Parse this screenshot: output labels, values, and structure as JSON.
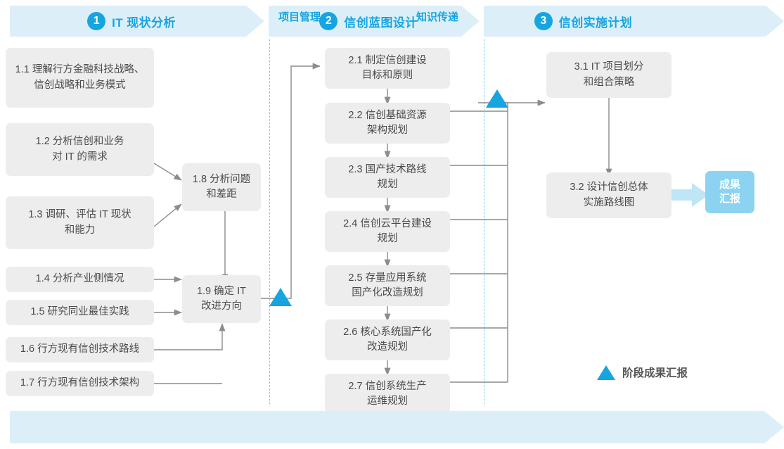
{
  "header": {
    "steps": [
      {
        "num": "1",
        "title": "IT 现状分析"
      },
      {
        "num": "2",
        "title": "信创蓝图设计"
      },
      {
        "num": "3",
        "title": "信创实施计划"
      }
    ]
  },
  "phase1": {
    "boxes": [
      {
        "id": "1.1",
        "label": "1.1 理解行方金融科技战略、\n信创战略和业务模式"
      },
      {
        "id": "1.2",
        "label": "1.2 分析信创和业务\n对 IT 的需求"
      },
      {
        "id": "1.3",
        "label": "1.3 调研、评估 IT 现状\n和能力"
      },
      {
        "id": "1.4",
        "label": "1.4 分析产业侧情况"
      },
      {
        "id": "1.5",
        "label": "1.5 研究同业最佳实践"
      },
      {
        "id": "1.6",
        "label": "1.6 行方现有信创技术路线"
      },
      {
        "id": "1.7",
        "label": "1.7 行方现有信创技术架构"
      },
      {
        "id": "1.8",
        "label": "1.8 分析问题\n和差距"
      },
      {
        "id": "1.9",
        "label": "1.9 确定 IT\n改进方向"
      }
    ]
  },
  "phase2": {
    "boxes": [
      {
        "id": "2.1",
        "label": "2.1 制定信创建设\n目标和原则"
      },
      {
        "id": "2.2",
        "label": "2.2 信创基础资源\n架构规划"
      },
      {
        "id": "2.3",
        "label": "2.3 国产技术路线\n规划"
      },
      {
        "id": "2.4",
        "label": "2.4 信创云平台建设\n规划"
      },
      {
        "id": "2.5",
        "label": "2.5 存量应用系统\n国产化改造规划"
      },
      {
        "id": "2.6",
        "label": "2.6 核心系统国产化\n改造规划"
      },
      {
        "id": "2.7",
        "label": "2.7 信创系统生产\n运维规划"
      }
    ]
  },
  "phase3": {
    "boxes": [
      {
        "id": "3.1",
        "label": "3.1 IT 项目划分\n和组合策略"
      },
      {
        "id": "3.2",
        "label": "3.2 设计信创总体\n实施路线图"
      }
    ],
    "outcome": "成果\n汇报"
  },
  "legend": {
    "label": "阶段成果汇报"
  },
  "footer": {
    "labels": [
      "项目管理",
      "知识传递"
    ]
  },
  "colors": {
    "brand_blue": "#17A5E0",
    "band_blue": "#DCEFF9",
    "badge_blue": "#8BD3F0",
    "box_grey": "#EDEDED",
    "text_grey": "#4A4A4A",
    "connector_grey": "#8C8C8C"
  }
}
